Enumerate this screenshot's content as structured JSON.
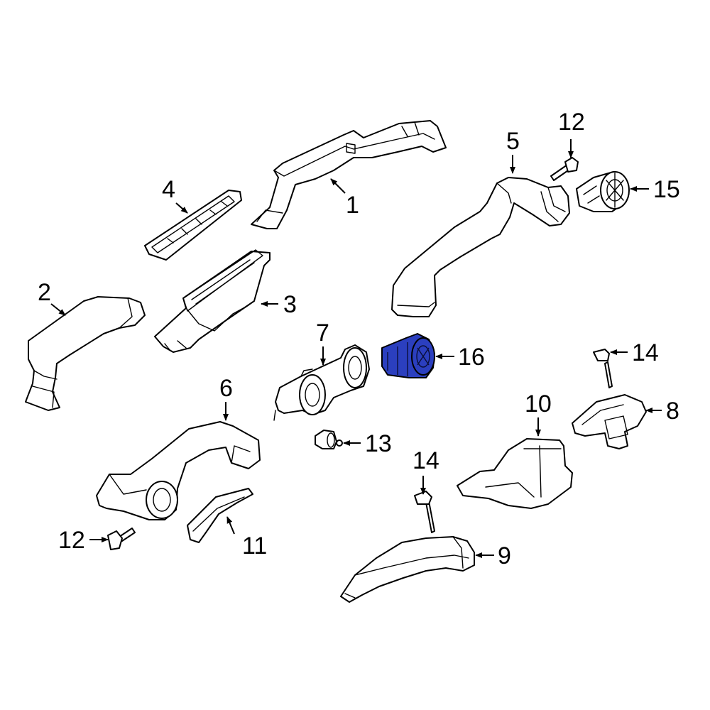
{
  "diagram": {
    "highlight_color": "#2b3fbf",
    "highlighted_part": "16",
    "callouts": [
      {
        "id": "c1",
        "label": "1"
      },
      {
        "id": "c2",
        "label": "2"
      },
      {
        "id": "c3",
        "label": "3"
      },
      {
        "id": "c4",
        "label": "4"
      },
      {
        "id": "c5",
        "label": "5"
      },
      {
        "id": "c6",
        "label": "6"
      },
      {
        "id": "c7",
        "label": "7"
      },
      {
        "id": "c8",
        "label": "8"
      },
      {
        "id": "c9",
        "label": "9"
      },
      {
        "id": "c10",
        "label": "10"
      },
      {
        "id": "c11",
        "label": "11"
      },
      {
        "id": "c12a",
        "label": "12"
      },
      {
        "id": "c12b",
        "label": "12"
      },
      {
        "id": "c13",
        "label": "13"
      },
      {
        "id": "c14a",
        "label": "14"
      },
      {
        "id": "c14b",
        "label": "14"
      },
      {
        "id": "c15",
        "label": "15"
      },
      {
        "id": "c16",
        "label": "16"
      }
    ]
  }
}
